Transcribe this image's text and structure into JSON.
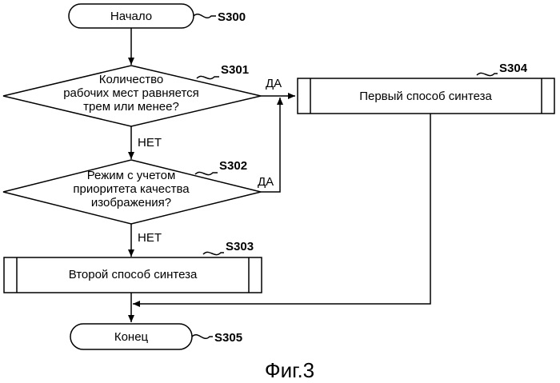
{
  "nodes": {
    "start": {
      "label": "Начало",
      "step": "S300"
    },
    "decision1": {
      "lines": [
        "Количество",
        "рабочих мест равняется",
        "трем или менее?"
      ],
      "step": "S301"
    },
    "decision2": {
      "lines": [
        "Режим с учетом",
        "приоритета качества",
        "изображения?"
      ],
      "step": "S302"
    },
    "process1": {
      "label": "Первый способ синтеза",
      "step": "S304"
    },
    "process2": {
      "label": "Второй способ синтеза",
      "step": "S303"
    },
    "end": {
      "label": "Конец",
      "step": "S305"
    }
  },
  "edges": {
    "yes1": "ДА",
    "no1": "НЕТ",
    "yes2": "ДА",
    "no2": "НЕТ"
  },
  "caption": "Фиг.3"
}
